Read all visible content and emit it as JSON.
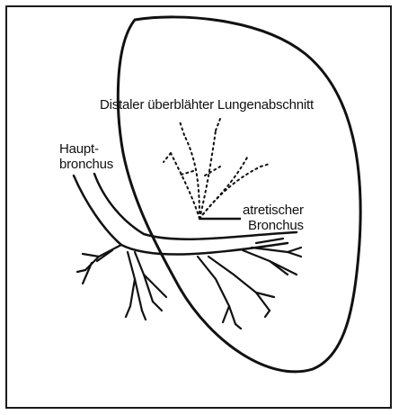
{
  "labels": {
    "distal_segment": "Distaler überblähter Lungenabschnitt",
    "main_bronchus_line1": "Haupt-",
    "main_bronchus_line2": "bronchus",
    "atretic_line1": "atretischer",
    "atretic_line2": "Bronchus"
  },
  "colors": {
    "ink": "#111111",
    "background": "#ffffff"
  }
}
